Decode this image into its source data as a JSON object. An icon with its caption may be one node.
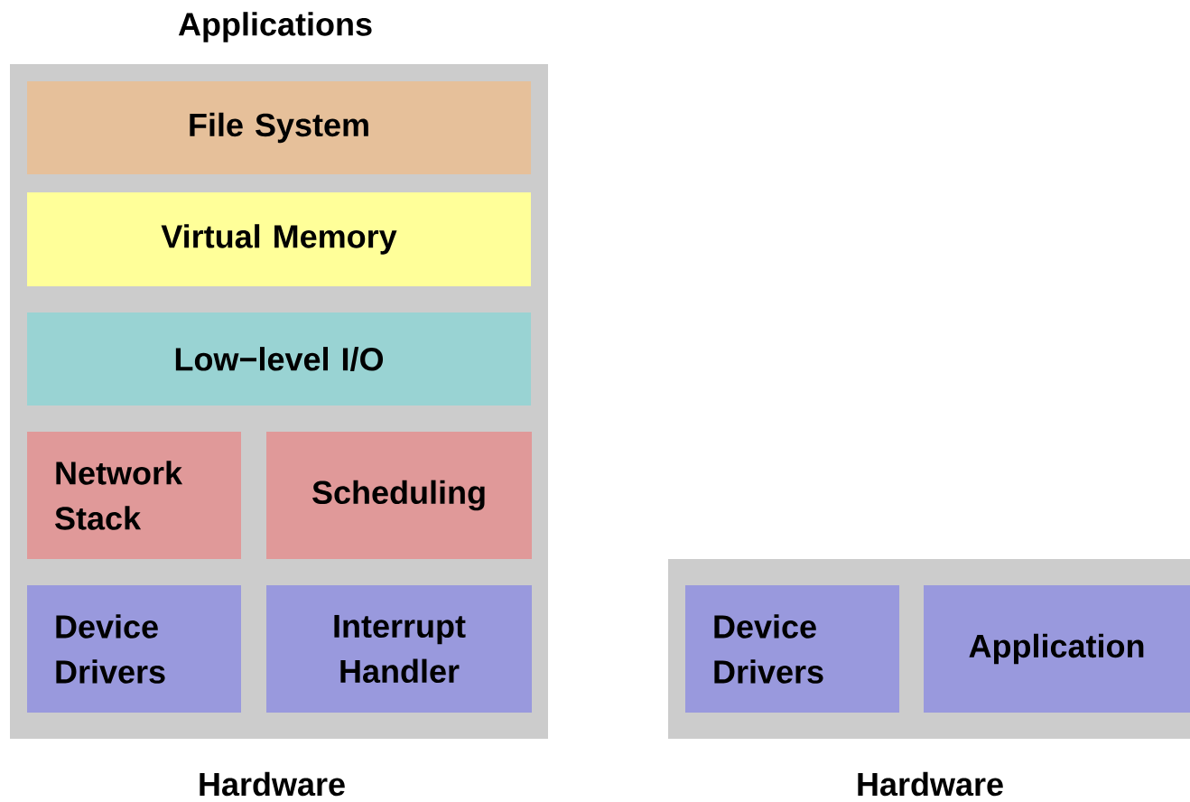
{
  "diagram": {
    "nodes": [
      {
        "text": [],
        "shape": "box"
      },
      {
        "text": [
          "File System"
        ],
        "in": 0
      },
      {
        "text": [
          "Virtual Memory"
        ],
        "in": 0
      },
      {
        "text": [
          "Low−level I/O"
        ],
        "in": 0
      },
      {
        "text": [
          "Network Stack"
        ],
        "in": 0
      },
      {
        "text": [
          "Scheduling"
        ],
        "in": 0
      },
      {
        "text": [
          "Device Drivers"
        ],
        "in": 0
      },
      {
        "text": [
          "Interrupt Handler"
        ],
        "in": 0
      },
      {
        "text": [],
        "shape": "box"
      },
      {
        "text": [
          "Device Drivers"
        ],
        "in": 8
      },
      {
        "text": [
          "Application"
        ],
        "in": 8
      }
    ],
    "labels": [
      "Applications",
      "Hardware",
      "Hardware"
    ]
  }
}
